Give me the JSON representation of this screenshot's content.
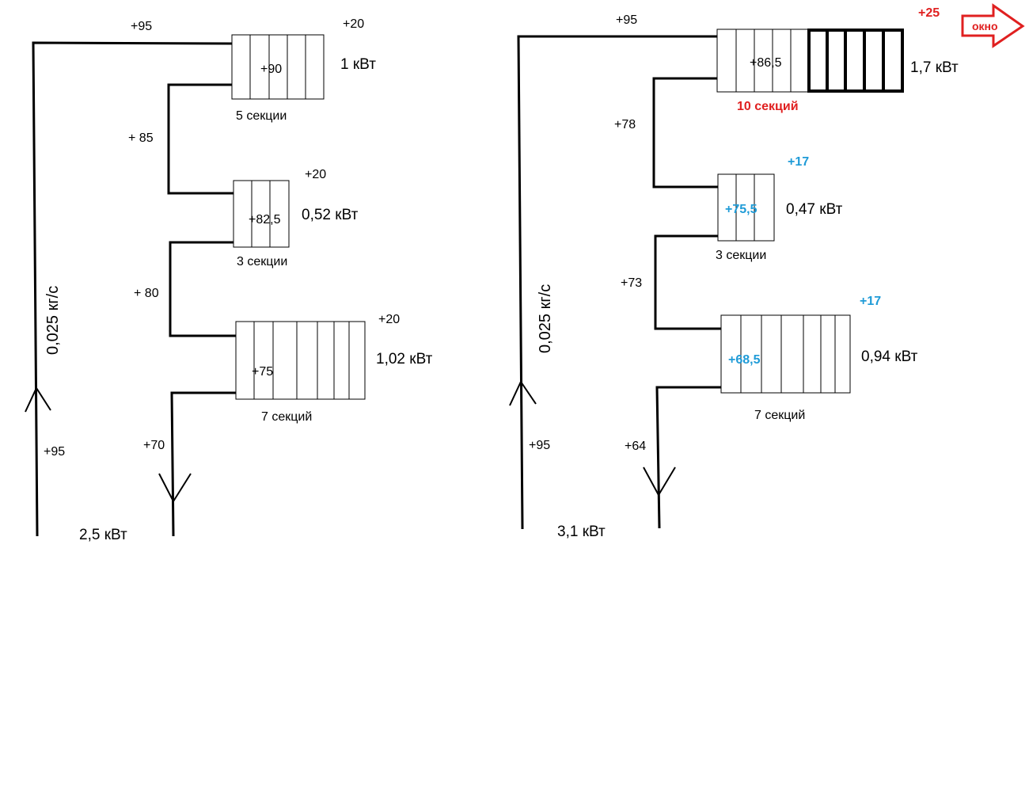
{
  "left": {
    "supply_temp_top": "+95",
    "supply_temp_bottom": "+95",
    "flow_rate": "0,025 кг/с",
    "total_power": "2,5 кВт",
    "return_temp": "+70",
    "pipe_temps": [
      "+ 85",
      "+ 80"
    ],
    "radiators": [
      {
        "temp": "+90",
        "room_temp": "+20",
        "power": "1 кВт",
        "sections_label": "5 секции",
        "sections": 5
      },
      {
        "temp": "+82,5",
        "room_temp": "+20",
        "power": "0,52 кВт",
        "sections_label": "3 секции",
        "sections": 3
      },
      {
        "temp": "+75",
        "room_temp": "+20",
        "power": "1,02 кВт",
        "sections_label": "7 секций",
        "sections": 7
      }
    ]
  },
  "right": {
    "supply_temp_top": "+95",
    "supply_temp_bottom": "+95",
    "flow_rate": "0,025 кг/с",
    "total_power": "3,1 кВт",
    "return_temp": "+64",
    "pipe_temps": [
      "+78",
      "+73"
    ],
    "window_label": "окно",
    "radiators": [
      {
        "temp": "+86,5",
        "room_temp": "+25",
        "power": "1,7 кВт",
        "sections_label": "10 секций",
        "sections": 10
      },
      {
        "temp": "+75,5",
        "room_temp": "+17",
        "power": "0,47 кВт",
        "sections_label": "3 секции",
        "sections": 3
      },
      {
        "temp": "+68,5",
        "room_temp": "+17",
        "power": "0,94 кВт",
        "sections_label": "7 секций",
        "sections": 7
      }
    ]
  },
  "colors": {
    "red": "#e02020",
    "blue": "#1f9bd7",
    "line": "#000000"
  }
}
